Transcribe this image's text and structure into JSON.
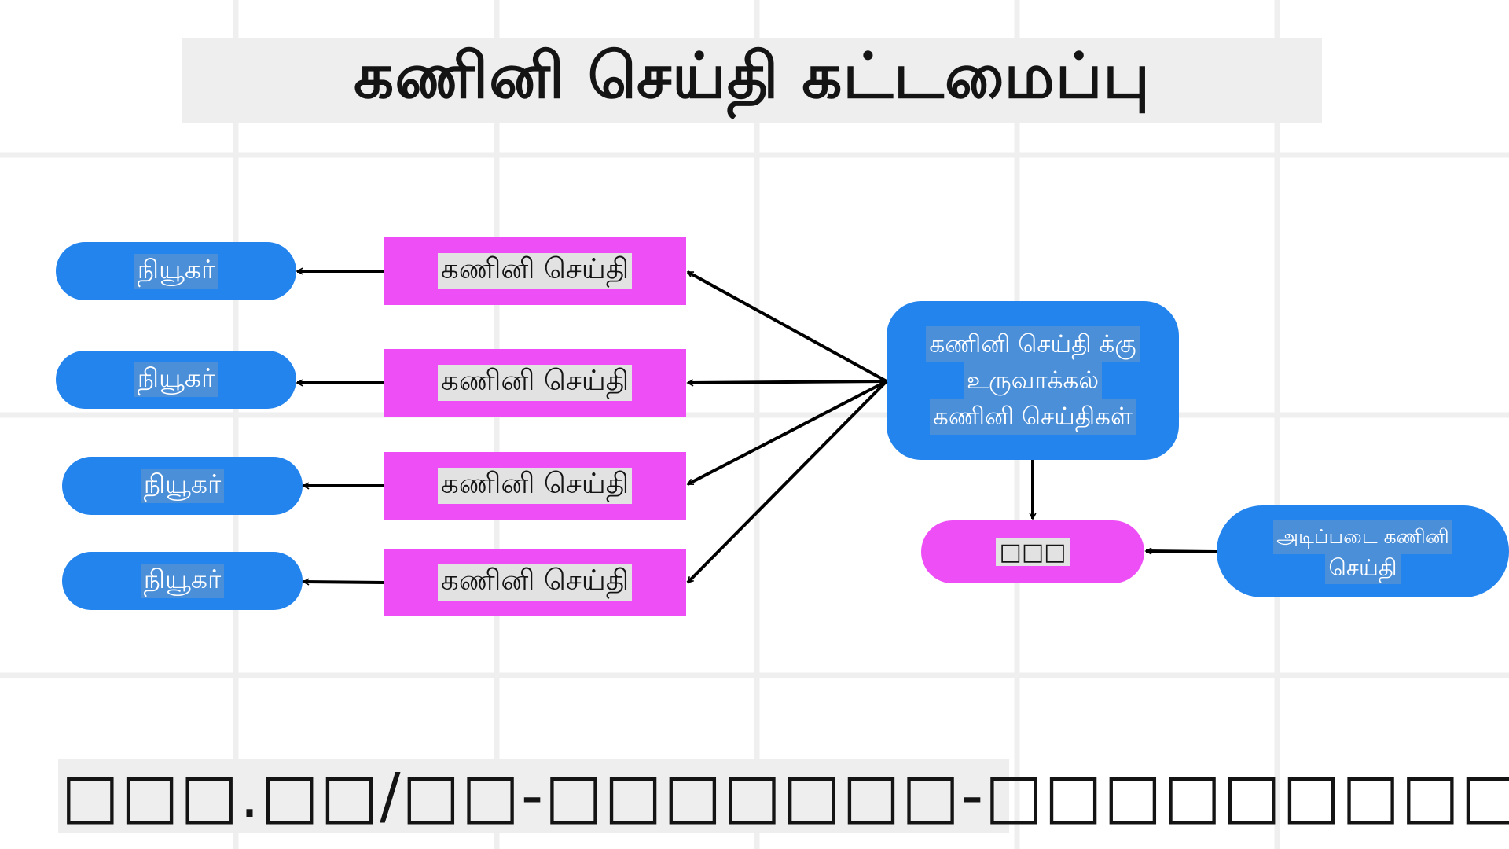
{
  "title": "கணினி செய்தி கட்டமைப்பு",
  "users": [
    {
      "label": "நியூகர்"
    },
    {
      "label": "நியூகர்"
    },
    {
      "label": "நியூகர்"
    },
    {
      "label": "நியூகர்"
    }
  ],
  "news": [
    {
      "label": "கணினி செய்தி"
    },
    {
      "label": "கணினி செய்தி"
    },
    {
      "label": "கணினி செய்தி"
    },
    {
      "label": "கணினி செய்தி"
    }
  ],
  "generator": {
    "line1": "கணினி செய்தி க்கு",
    "line2": "உருவாக்கல்",
    "line3": "கணினி செய்திகள்"
  },
  "cache": {
    "label": "□□□"
  },
  "base": {
    "line1": "அடிப்படை கணினி",
    "line2": "செய்தி"
  },
  "footer": {
    "text": "□□□.□□/□□-□□□□□□□-□□□□□□□□□"
  },
  "colors": {
    "blue": "#2384ee",
    "pink": "#ee4ef5",
    "arrow": "#000000",
    "grid": "#efefef",
    "label_bg": "#eeeeee"
  }
}
